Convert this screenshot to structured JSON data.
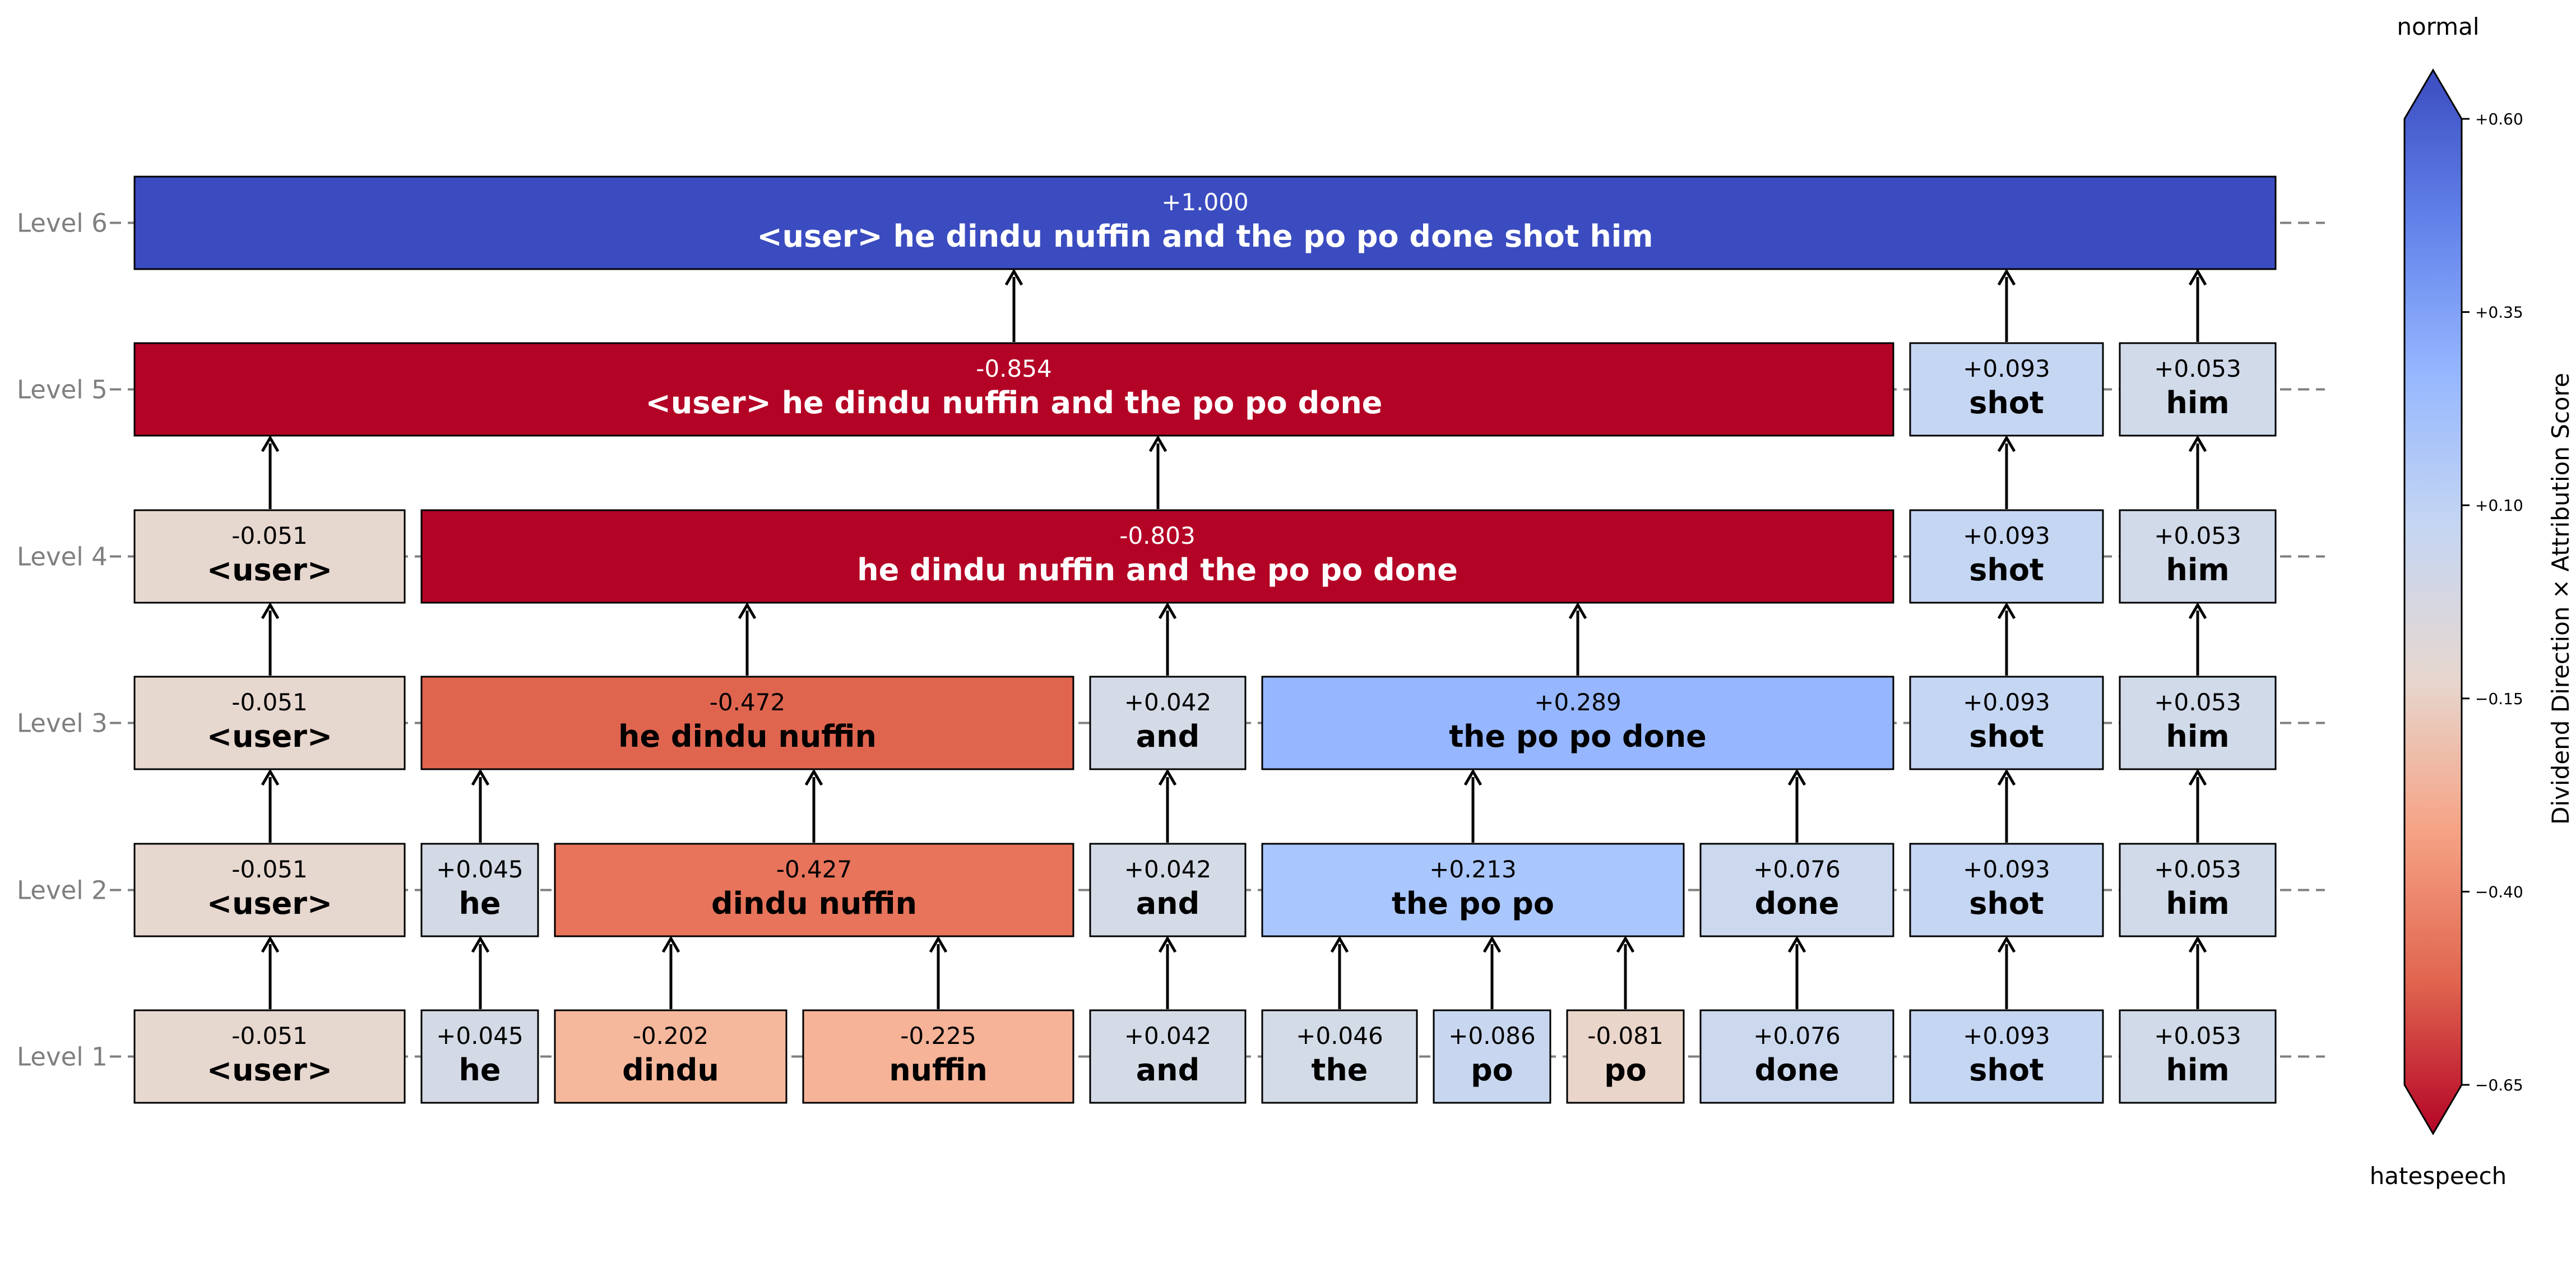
{
  "levels": [
    {
      "label": "Level 1",
      "nodes": [
        {
          "score": "-0.051",
          "text": "<user>",
          "color": "#e6d7cf"
        },
        {
          "score": "+0.045",
          "text": "he",
          "color": "#d3dae5"
        },
        {
          "score": "-0.202",
          "text": "dindu",
          "color": "#f6b89c"
        },
        {
          "score": "-0.225",
          "text": "nuffin",
          "color": "#f6b398"
        },
        {
          "score": "+0.042",
          "text": "and",
          "color": "#d4dbe6"
        },
        {
          "score": "+0.046",
          "text": "the",
          "color": "#d3dbe7"
        },
        {
          "score": "+0.086",
          "text": "po",
          "color": "#c8d7ef"
        },
        {
          "score": "-0.081",
          "text": "po",
          "color": "#ead5ca"
        },
        {
          "score": "+0.076",
          "text": "done",
          "color": "#cbd8ee"
        },
        {
          "score": "+0.093",
          "text": "shot",
          "color": "#c5d6f2"
        },
        {
          "score": "+0.053",
          "text": "him",
          "color": "#d1dae9"
        }
      ]
    },
    {
      "label": "Level 2",
      "nodes": [
        {
          "score": "-0.051",
          "text": "<user>",
          "color": "#e6d7cf"
        },
        {
          "score": "+0.045",
          "text": "he",
          "color": "#d3dae5"
        },
        {
          "score": "-0.427",
          "text": "dindu nuffin",
          "color": "#e7745b"
        },
        {
          "score": "+0.042",
          "text": "and",
          "color": "#d4dbe6"
        },
        {
          "score": "+0.213",
          "text": "the po po",
          "color": "#aac7fd"
        },
        {
          "score": "+0.076",
          "text": "done",
          "color": "#cbd8ee"
        },
        {
          "score": "+0.093",
          "text": "shot",
          "color": "#c5d6f2"
        },
        {
          "score": "+0.053",
          "text": "him",
          "color": "#d1dae9"
        }
      ]
    },
    {
      "label": "Level 3",
      "nodes": [
        {
          "score": "-0.051",
          "text": "<user>",
          "color": "#e6d7cf"
        },
        {
          "score": "-0.472",
          "text": "he dindu nuffin",
          "color": "#e0654f"
        },
        {
          "score": "+0.042",
          "text": "and",
          "color": "#d4dbe6"
        },
        {
          "score": "+0.289",
          "text": "the po po done",
          "color": "#96b7ff"
        },
        {
          "score": "+0.093",
          "text": "shot",
          "color": "#c5d6f2"
        },
        {
          "score": "+0.053",
          "text": "him",
          "color": "#d1dae9"
        }
      ]
    },
    {
      "label": "Level 4",
      "nodes": [
        {
          "score": "-0.051",
          "text": "<user>",
          "color": "#e6d7cf"
        },
        {
          "score": "-0.803",
          "text": "he dindu nuffin and the po po done",
          "color": "#b40426"
        },
        {
          "score": "+0.093",
          "text": "shot",
          "color": "#c5d6f2"
        },
        {
          "score": "+0.053",
          "text": "him",
          "color": "#d1dae9"
        }
      ]
    },
    {
      "label": "Level 5",
      "nodes": [
        {
          "score": "-0.854",
          "text": "<user> he dindu nuffin and the po po done",
          "color": "#b40426"
        },
        {
          "score": "+0.093",
          "text": "shot",
          "color": "#c5d6f2"
        },
        {
          "score": "+0.053",
          "text": "him",
          "color": "#d1dae9"
        }
      ]
    },
    {
      "label": "Level 6",
      "nodes": [
        {
          "score": "+1.000",
          "text": "<user> he dindu nuffin and the po po done shot him",
          "color": "#3b4cc0"
        }
      ]
    }
  ],
  "colorbar": {
    "top_label": "normal",
    "bottom_label": "hatespeech",
    "axis_label": "Dividend Direction × Attribution Score",
    "ticks": [
      "+0.60",
      "+0.35",
      "+0.10",
      "−0.15",
      "−0.40",
      "−0.65"
    ],
    "range": [
      -0.65,
      0.6
    ],
    "tick_values": [
      0.6,
      0.35,
      0.1,
      -0.15,
      -0.4,
      -0.65
    ],
    "colormap_stops": [
      "#b40426",
      "#e0654f",
      "#f6a385",
      "#e6d7cf",
      "#c5d6f2",
      "#96b7ff",
      "#6282ea",
      "#3b4cc0"
    ]
  }
}
